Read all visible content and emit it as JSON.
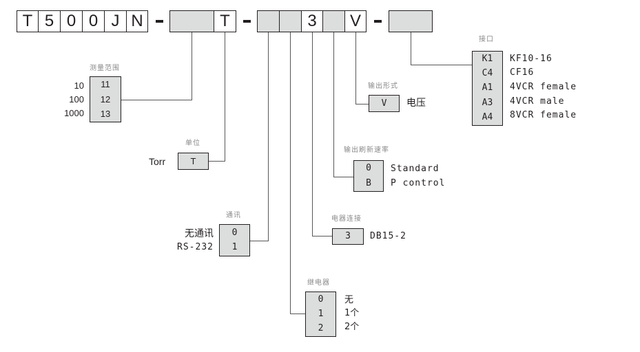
{
  "model_code": {
    "fixed_chars": [
      "T",
      "5",
      "0",
      "0",
      "J",
      "N"
    ],
    "separator": "-",
    "unit_char": "T",
    "electrical_char": "3",
    "output_char": "V"
  },
  "groups": {
    "range": {
      "title": "测量范围",
      "codes": [
        "11",
        "12",
        "13"
      ],
      "labels": [
        "10",
        "100",
        "1000"
      ]
    },
    "unit": {
      "title": "单位",
      "codes": [
        "T"
      ],
      "labels": [
        "Torr"
      ]
    },
    "comm": {
      "title": "通讯",
      "codes": [
        "0",
        "1"
      ],
      "labels": [
        "无通讯",
        "RS-232"
      ]
    },
    "relay": {
      "title": "继电器",
      "codes": [
        "0",
        "1",
        "2"
      ],
      "labels": [
        "无",
        "1个",
        "2个"
      ]
    },
    "electrical": {
      "title": "电器连接",
      "codes": [
        "3"
      ],
      "labels": [
        "DB15-2"
      ]
    },
    "refresh": {
      "title": "输出刷新速率",
      "codes": [
        "0",
        "B"
      ],
      "labels": [
        "Standard",
        "P control"
      ]
    },
    "output": {
      "title": "输出形式",
      "codes": [
        "V"
      ],
      "labels": [
        "电压"
      ]
    },
    "interface": {
      "title": "接口",
      "codes": [
        "K1",
        "C4",
        "A1",
        "A3",
        "A4"
      ],
      "labels": [
        "KF10-16",
        "CF16",
        "4VCR female",
        "4VCR male",
        "8VCR female"
      ]
    }
  },
  "colors": {
    "box_fill": "#dcdddd",
    "line": "#595757",
    "text": "#231f20",
    "caption": "#8a8a8a"
  }
}
